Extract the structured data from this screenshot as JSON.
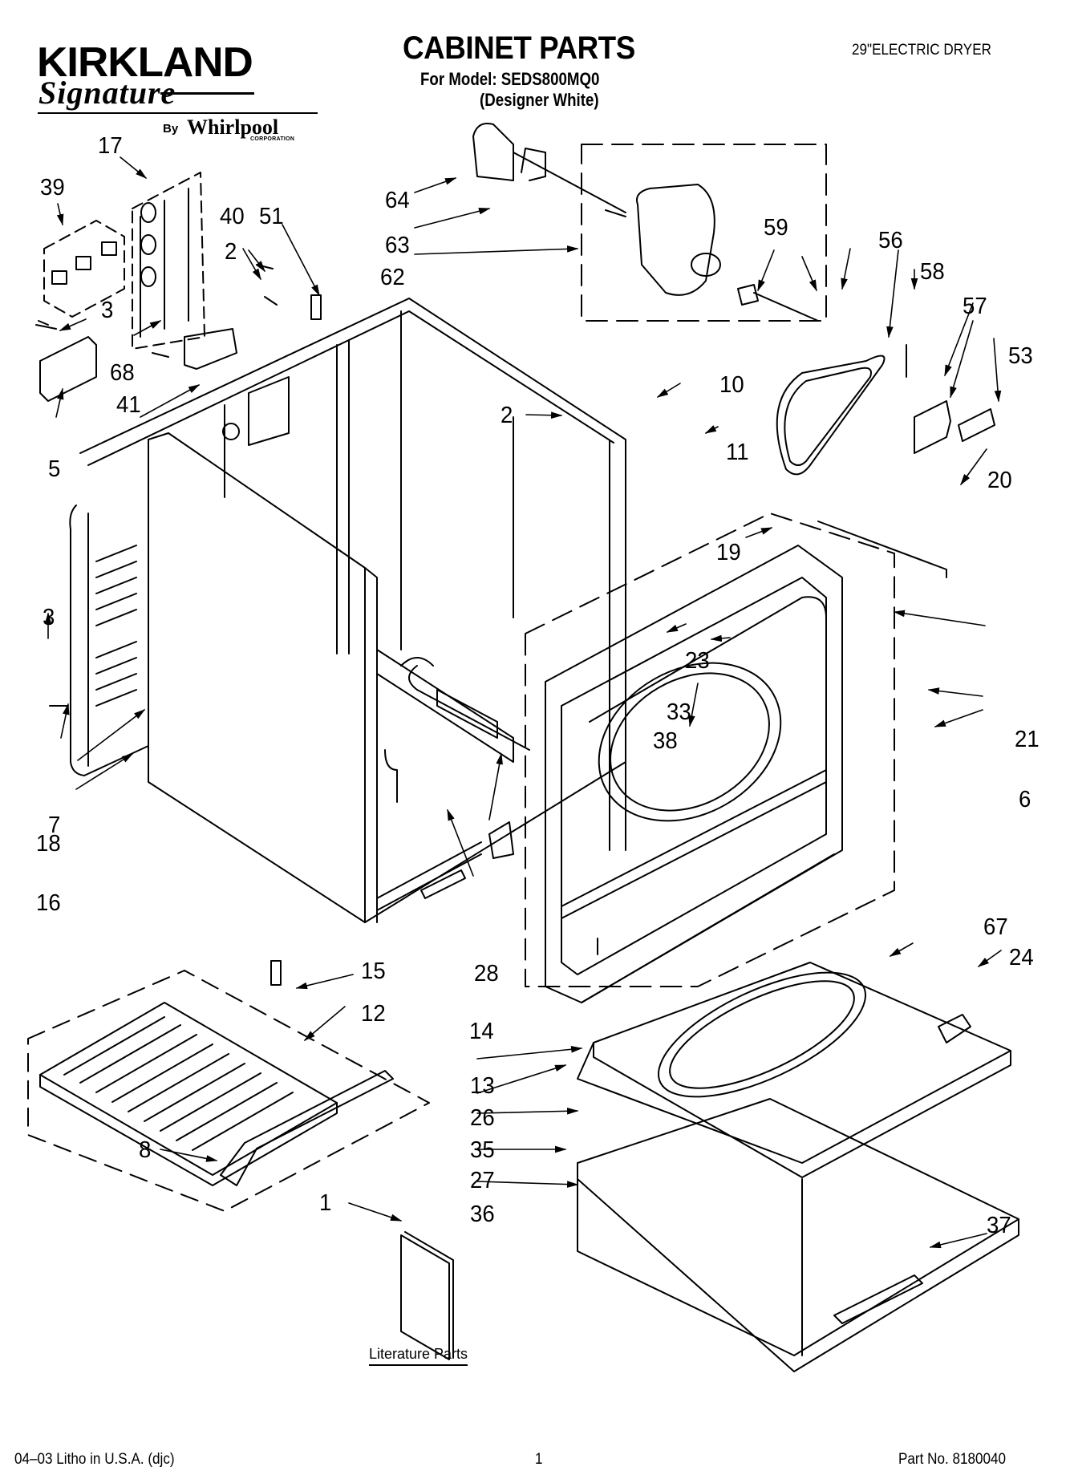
{
  "header": {
    "brand": "KIRKLAND",
    "brand_script": "Signature",
    "by_label": "By",
    "maker": "Whirlpool",
    "maker_suffix": "CORPORATION",
    "title": "CABINET PARTS",
    "model_line": "For Model: SEDS800MQ0",
    "finish_line": "(Designer White)",
    "product_type": "29\"ELECTRIC DRYER"
  },
  "diagram": {
    "literature_label": "Literature Parts",
    "callouts": [
      {
        "id": "17",
        "label": "17"
      },
      {
        "id": "39",
        "label": "39"
      },
      {
        "id": "40",
        "label": "40"
      },
      {
        "id": "51",
        "label": "51"
      },
      {
        "id": "2a",
        "label": "2"
      },
      {
        "id": "3a",
        "label": "3"
      },
      {
        "id": "68",
        "label": "68"
      },
      {
        "id": "41",
        "label": "41"
      },
      {
        "id": "5",
        "label": "5"
      },
      {
        "id": "64",
        "label": "64"
      },
      {
        "id": "63",
        "label": "63"
      },
      {
        "id": "62",
        "label": "62"
      },
      {
        "id": "59",
        "label": "59"
      },
      {
        "id": "56",
        "label": "56"
      },
      {
        "id": "58",
        "label": "58"
      },
      {
        "id": "57",
        "label": "57"
      },
      {
        "id": "53",
        "label": "53"
      },
      {
        "id": "2b",
        "label": "2"
      },
      {
        "id": "10",
        "label": "10"
      },
      {
        "id": "11",
        "label": "11"
      },
      {
        "id": "20",
        "label": "20"
      },
      {
        "id": "19",
        "label": "19"
      },
      {
        "id": "3b",
        "label": "3"
      },
      {
        "id": "23",
        "label": "23"
      },
      {
        "id": "33",
        "label": "33"
      },
      {
        "id": "38",
        "label": "38"
      },
      {
        "id": "21",
        "label": "21"
      },
      {
        "id": "6",
        "label": "6"
      },
      {
        "id": "7",
        "label": "7"
      },
      {
        "id": "18",
        "label": "18"
      },
      {
        "id": "16",
        "label": "16"
      },
      {
        "id": "28",
        "label": "28"
      },
      {
        "id": "14",
        "label": "14"
      },
      {
        "id": "15",
        "label": "15"
      },
      {
        "id": "12",
        "label": "12"
      },
      {
        "id": "67",
        "label": "67"
      },
      {
        "id": "24",
        "label": "24"
      },
      {
        "id": "13",
        "label": "13"
      },
      {
        "id": "26",
        "label": "26"
      },
      {
        "id": "35",
        "label": "35"
      },
      {
        "id": "27",
        "label": "27"
      },
      {
        "id": "36",
        "label": "36"
      },
      {
        "id": "37",
        "label": "37"
      },
      {
        "id": "8",
        "label": "8"
      },
      {
        "id": "1",
        "label": "1"
      }
    ]
  },
  "footer": {
    "print_info": "04–03 Litho in U.S.A. (djc)",
    "page_number": "1",
    "part_number": "Part No. 8180040"
  }
}
